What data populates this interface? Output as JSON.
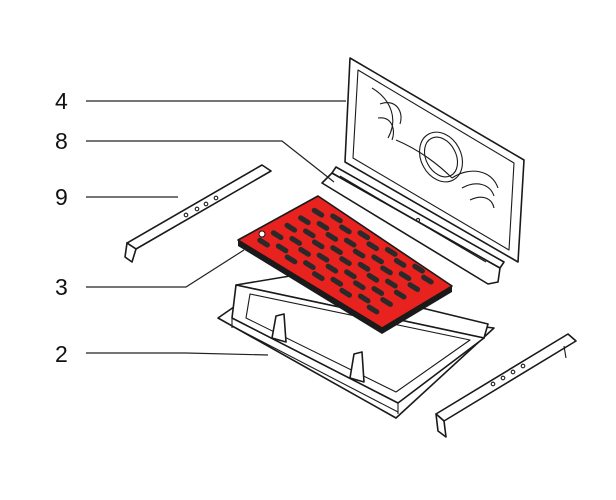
{
  "callouts": [
    {
      "part": "4",
      "label": "4"
    },
    {
      "part": "8",
      "label": "8"
    },
    {
      "part": "9",
      "label": "9"
    },
    {
      "part": "3",
      "label": "3"
    },
    {
      "part": "2",
      "label": "2"
    }
  ],
  "colors": {
    "highlight": "#e8231f",
    "line": "#1a1a1a",
    "background": "#ffffff"
  }
}
